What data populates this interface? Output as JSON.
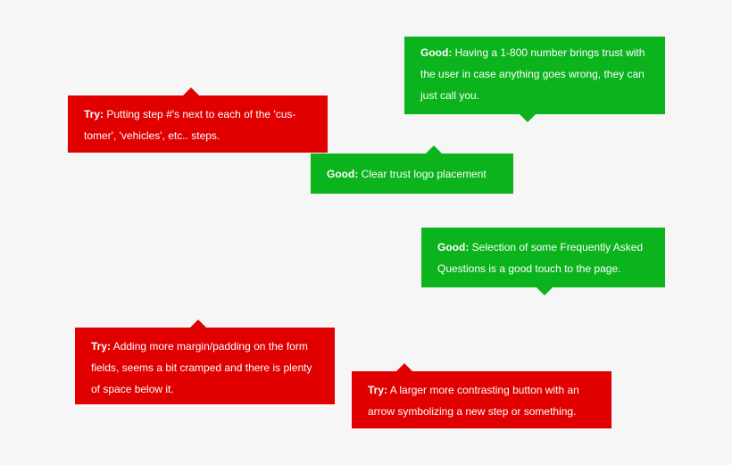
{
  "colors": {
    "good": "#0bb31c",
    "try": "#e00000",
    "background": "#f6f6f6",
    "text": "#ffffff"
  },
  "callouts": [
    {
      "label": "Good:",
      "text": "Having a 1-800 number brings trust with the user in case anything goes wrong, they can just call you."
    },
    {
      "label": "Try:",
      "text": "Putting step #'s next to each of the 'cus-tomer', 'vehicles', etc.. steps."
    },
    {
      "label": "Good:",
      "text": "Clear trust logo placement"
    },
    {
      "label": "Good:",
      "text": "Selection of some Frequently Asked Questions is a good touch to the page."
    },
    {
      "label": "Try:",
      "text": "Adding more margin/padding on the form fields, seems a bit cramped and there is plenty of space below it."
    },
    {
      "label": "Try:",
      "text": "A larger more contrasting button with an arrow symbolizing a new step or something."
    }
  ]
}
